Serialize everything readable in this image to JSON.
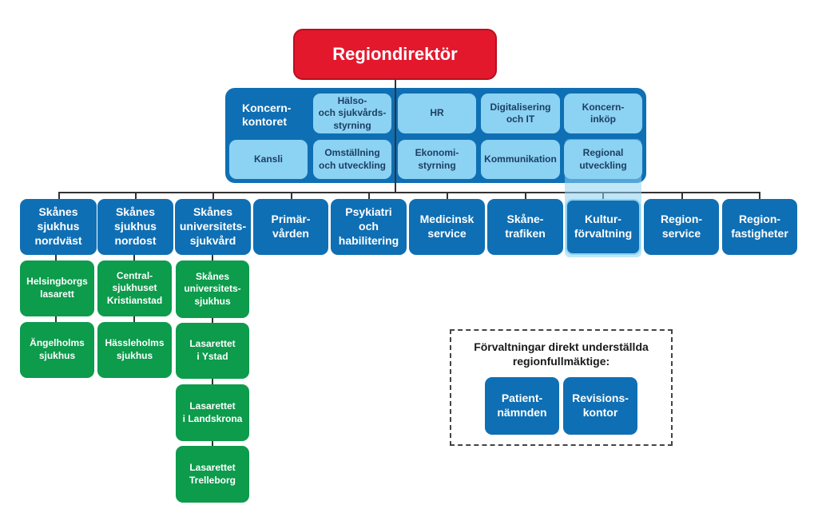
{
  "director": "Regiondirektör",
  "koncernkontoret": {
    "title": "Koncern-\nkontoret",
    "units": [
      "Hälso-\noch sjukvårds-\nstyrning",
      "HR",
      "Digitalisering\noch IT",
      "Koncern-\ninköp",
      "Kansli",
      "Omställning\noch utveckling",
      "Ekonomi-\nstyrning",
      "Kommunikation",
      "Regional\nutveckling"
    ]
  },
  "departments": [
    "Skånes\nsjukhus\nnordväst",
    "Skånes\nsjukhus\nnordost",
    "Skånes\nuniversitets-\nsjukvård",
    "Primär-\nvården",
    "Psykiatri\noch\nhabilitering",
    "Medicinsk\nservice",
    "Skåne-\ntrafiken",
    "Kultur-\nförvaltning",
    "Region-\nservice",
    "Region-\nfastigheter"
  ],
  "hospitals": {
    "nordvast": [
      "Helsingborgs\nlasarett",
      "Ängelholms\nsjukhus"
    ],
    "nordost": [
      "Central-\nsjukhuset\nKristianstad",
      "Hässleholms\nsjukhus"
    ],
    "universitet": [
      "Skånes\nuniversitets-\nsjukhus",
      "Lasarettet\ni Ystad",
      "Lasarettet\ni Landskrona",
      "Lasarettet\nTrelleborg"
    ]
  },
  "direct_box": {
    "title": "Förvaltningar direkt underställda\nregionfullmäktige:",
    "units": [
      "Patient-\nnämnden",
      "Revisions-\nkontor"
    ]
  },
  "colors": {
    "director": "#e3182d",
    "blue": "#0f6fb4",
    "light_blue": "#8cd2f3",
    "green": "#0d9b4c"
  }
}
